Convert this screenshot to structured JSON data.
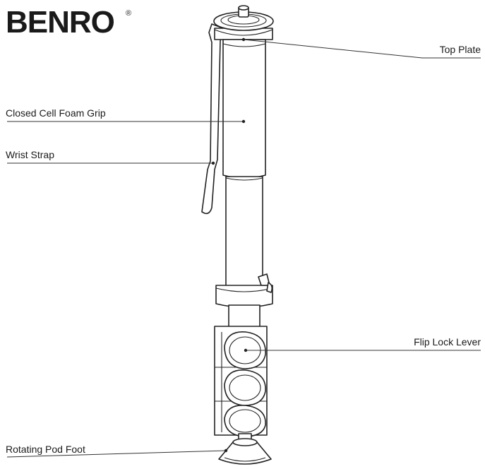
{
  "brand": {
    "name": "BENRO",
    "mark": "®"
  },
  "callouts": {
    "top_plate": "Top Plate",
    "foam_grip": "Closed Cell Foam Grip",
    "wrist_strap": "Wrist Strap",
    "flip_lock": "Flip Lock Lever",
    "pod_foot": "Rotating Pod Foot"
  }
}
